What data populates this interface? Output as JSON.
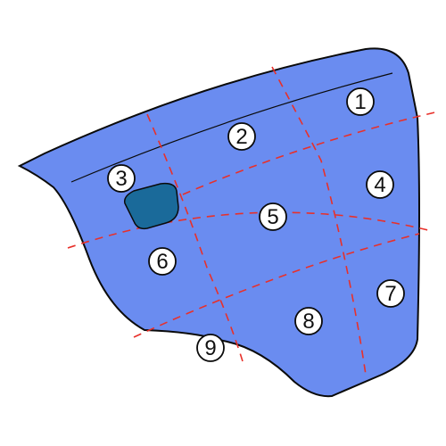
{
  "colors": {
    "panel_fill": "#6a8cf0",
    "panel_outline": "#0a0a0a",
    "grid_lines": "#e8302a",
    "handle_fill": "#1a6a9a",
    "label_circle_fill": "#ffffff"
  },
  "zones": [
    {
      "label": "1"
    },
    {
      "label": "2"
    },
    {
      "label": "3"
    },
    {
      "label": "4"
    },
    {
      "label": "5"
    },
    {
      "label": "6"
    },
    {
      "label": "7"
    },
    {
      "label": "8"
    },
    {
      "label": "9"
    }
  ]
}
